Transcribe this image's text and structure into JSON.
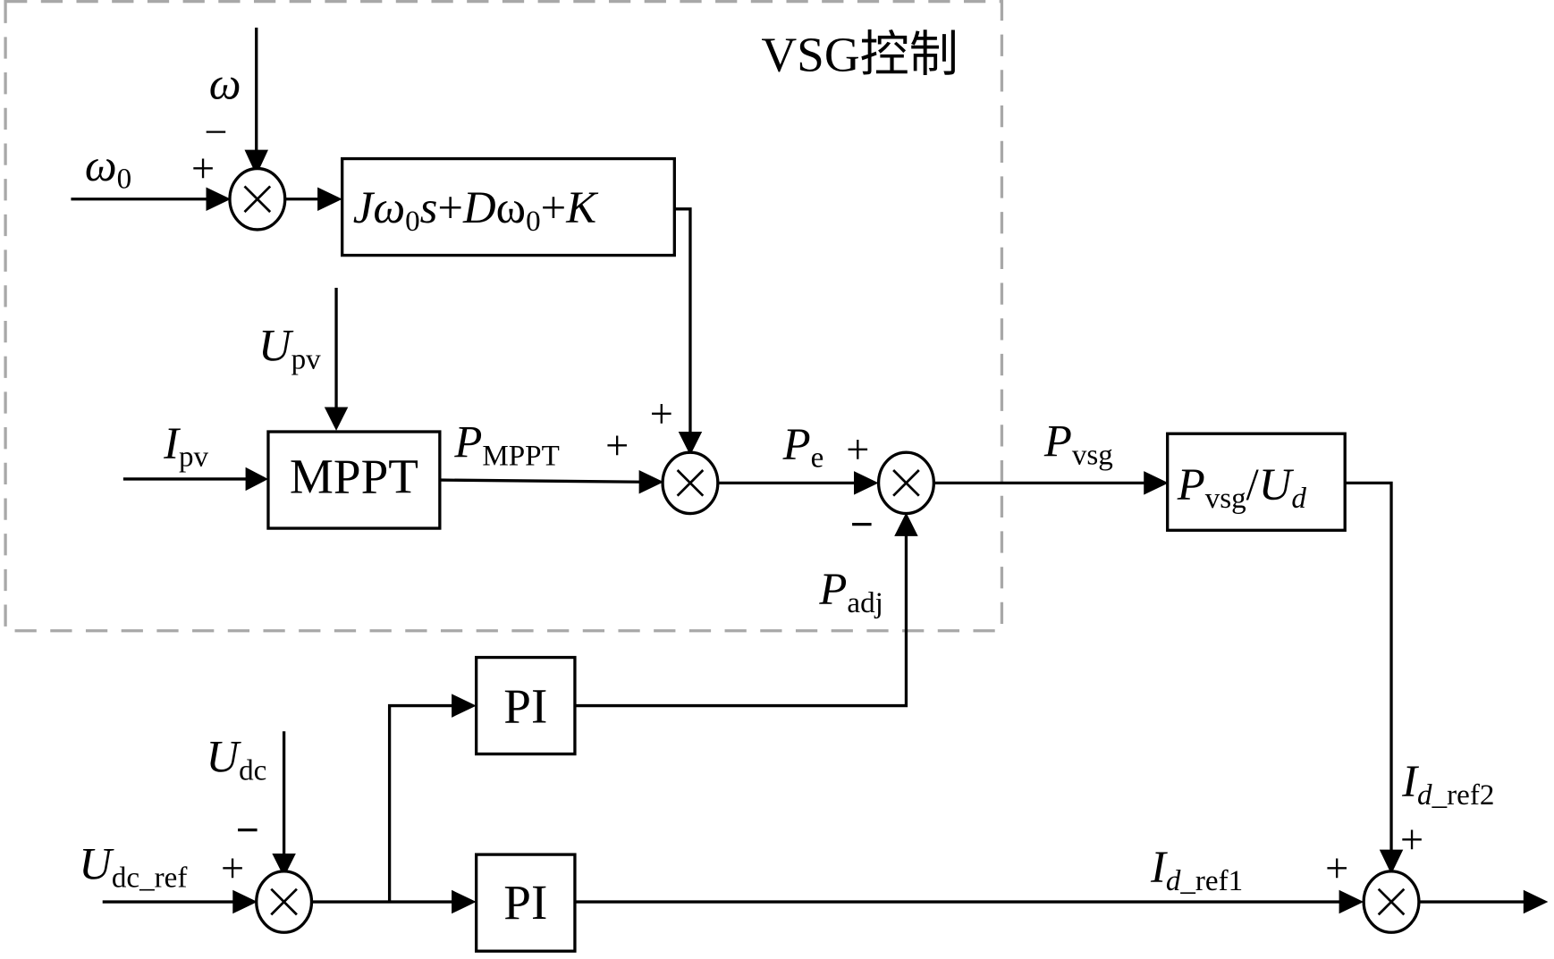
{
  "diagram": {
    "group_title": "VSG控制",
    "colors": {
      "line": "#000000",
      "group_border": "#a8a8a8",
      "background": "#ffffff"
    },
    "signals": {
      "omega": "ω",
      "omega0_main": "ω",
      "omega0_sub": "0",
      "upv_main": "U",
      "upv_sub": "pv",
      "ipv_main": "I",
      "ipv_sub": "pv",
      "pmppt_main": "P",
      "pmppt_sub": "MPPT",
      "pe_main": "P",
      "pe_sub": "e",
      "padj_main": "P",
      "padj_sub": "adj",
      "pvsg_main": "P",
      "pvsg_sub": "vsg",
      "udc_main": "U",
      "udc_sub": "dc",
      "udcref_main": "U",
      "udcref_sub": "dc_ref",
      "idref1_main": "I",
      "idref1_sub_it": "d",
      "idref1_sub": "_ref1",
      "idref2_main": "I",
      "idref2_sub_it": "d",
      "idref2_sub": "_ref2"
    },
    "blocks": {
      "inertia": {
        "J": "J",
        "w": "ω",
        "w_sub": "0",
        "s": "s",
        "plus1": "+",
        "D": "D",
        "w2": "ω",
        "w2_sub": "0",
        "plus2": "+",
        "K": "K"
      },
      "mppt": "MPPT",
      "pvsg_ud": {
        "P": "P",
        "P_sub": "vsg",
        "slash": "/",
        "U": "U",
        "U_sub": "d"
      },
      "pi_upper": "PI",
      "pi_lower": "PI"
    },
    "signs": {
      "sum1_top": "−",
      "sum1_left": "+",
      "sum2_top": "+",
      "sum2_left": "+",
      "sum3_left": "+",
      "sum3_bottom": "−",
      "sum4_top": "−",
      "sum4_left": "+",
      "sum5_left": "+",
      "sum5_top": "+"
    }
  }
}
